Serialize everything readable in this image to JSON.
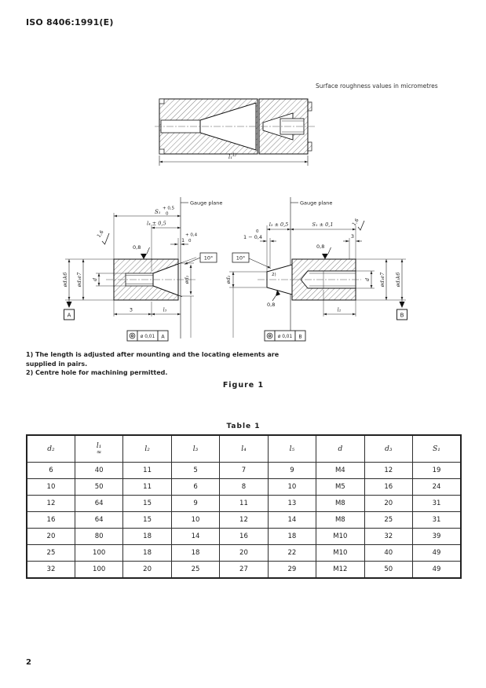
{
  "page": {
    "header": "ISO 8406:1991(E)",
    "roughness_note": "Surface roughness values in micrometres",
    "figure_caption": "Figure 1",
    "table_caption": "Table 1",
    "page_number": "2"
  },
  "notes": {
    "note1": "1)  The length is adjusted after mounting and the locating elements are supplied in pairs.",
    "note2": "2)  Centre hole for machining permitted."
  },
  "assembly": {
    "dim_l1": "l₁",
    "dim_l1_sup": "1)"
  },
  "left_view": {
    "gauge_plane_label": "Gauge plane",
    "dim_s1": "S₁",
    "dim_s1_tol_upper": "+ 0,5",
    "dim_s1_tol_lower": "0",
    "dim_l4": "l₄ ± 0,5",
    "dim_one": "1",
    "dim_one_tol_upper": "+ 0,4",
    "dim_one_tol_lower": "0",
    "roughness_outer": "1,6",
    "roughness_taper": "0,8",
    "angle": "10°",
    "dia_outer_k6": "ød₃k6",
    "dia_outer_e7": "ød₃e7",
    "dia_thread": "d",
    "dia_gauge": "ød₂",
    "dim_3": "3",
    "dim_l5": "l₅",
    "datum": "A",
    "tol_frame": {
      "symbol_icon": "concentricity",
      "value": "ø 0,01",
      "datum": "A"
    }
  },
  "right_view": {
    "gauge_plane_label": "Gauge plane",
    "dim_l3": "l₃ ± 0,5",
    "dim_s1": "S₁ ± 0,1",
    "dim_one_tol_upper": "0",
    "dim_one": "1 − 0,4",
    "dim_3": "3",
    "roughness_top": "0,8",
    "roughness_bottom": "0,8",
    "roughness_right": "1,6",
    "angle": "10°",
    "note_ref": "2)",
    "dia_gauge": "ød₂",
    "dia_thread": "d",
    "dia_outer_e7": "ød₃e7",
    "dia_outer_k6": "ød₃k6",
    "dim_l2": "l₂",
    "datum": "B",
    "tol_frame": {
      "symbol_icon": "concentricity",
      "value": "ø 0,01",
      "datum": "B"
    }
  },
  "table": {
    "headers": [
      "d₂",
      "l₁",
      "l₂",
      "l₃",
      "l₄",
      "l₅",
      "d",
      "d₃",
      "S₁"
    ],
    "header_note": "≈",
    "rows": [
      [
        "6",
        "40",
        "11",
        "5",
        "7",
        "9",
        "M4",
        "12",
        "19"
      ],
      [
        "10",
        "50",
        "11",
        "6",
        "8",
        "10",
        "M5",
        "16",
        "24"
      ],
      [
        "12",
        "64",
        "15",
        "9",
        "11",
        "13",
        "M8",
        "20",
        "31"
      ],
      [
        "16",
        "64",
        "15",
        "10",
        "12",
        "14",
        "M8",
        "25",
        "31"
      ],
      [
        "20",
        "80",
        "18",
        "14",
        "16",
        "18",
        "M10",
        "32",
        "39"
      ],
      [
        "25",
        "100",
        "18",
        "18",
        "20",
        "22",
        "M10",
        "40",
        "49"
      ],
      [
        "32",
        "100",
        "20",
        "25",
        "27",
        "29",
        "M12",
        "50",
        "49"
      ]
    ]
  }
}
